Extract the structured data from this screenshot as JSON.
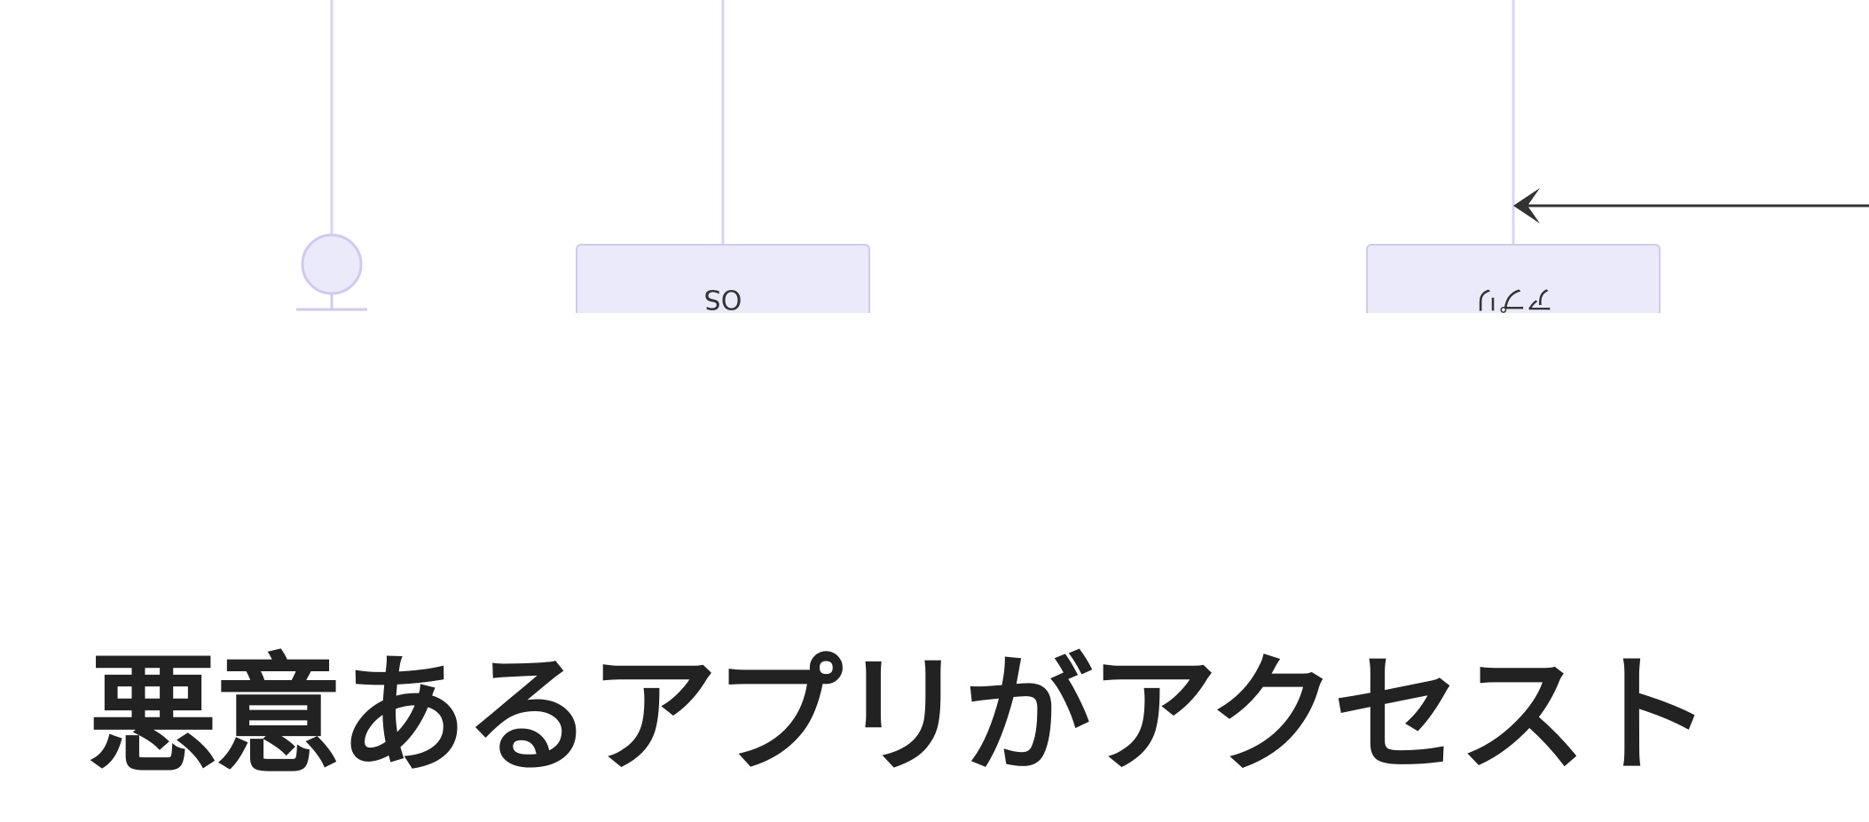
{
  "diagram": {
    "type": "sequence",
    "participants": [
      {
        "kind": "actor",
        "label": ""
      },
      {
        "kind": "box",
        "label": "OS"
      },
      {
        "kind": "box",
        "label": "アプリ"
      }
    ],
    "messages": [
      {
        "to": "アプリ",
        "direction": "incoming-from-right",
        "label": ""
      }
    ],
    "colors": {
      "lifeline": "#dcd3f0",
      "box_fill": "#eaeafb",
      "box_border": "#d3c9ef",
      "arrow": "#333333",
      "caption_text": "#222222"
    }
  },
  "caption": {
    "text": "悪意あるアプリがアクセスト"
  }
}
